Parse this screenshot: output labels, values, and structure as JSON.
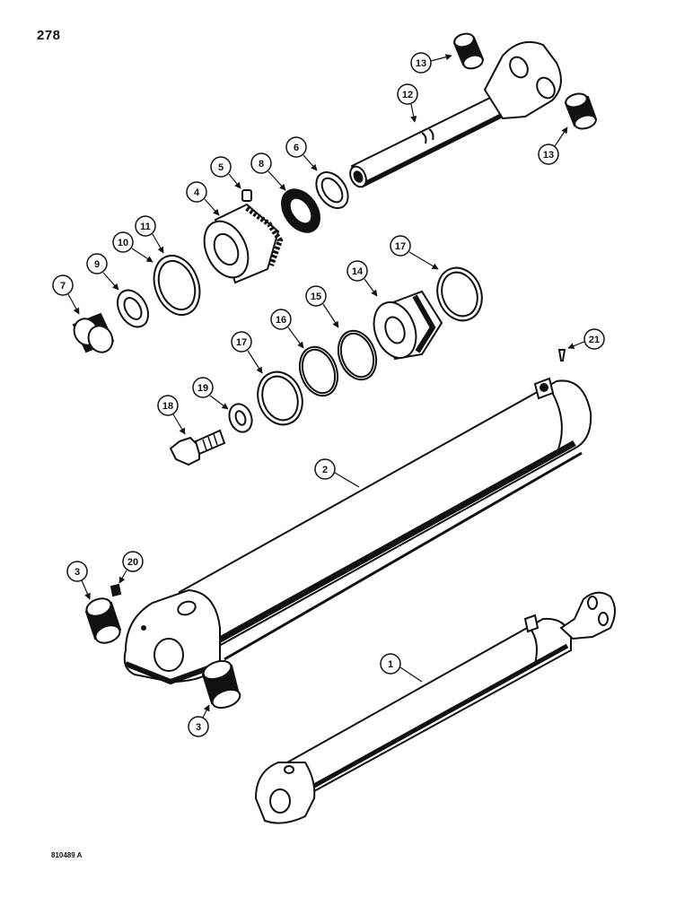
{
  "page_number": "278",
  "figure_code": "810489 A",
  "callouts": {
    "c1": "1",
    "c2": "2",
    "c3a": "3",
    "c3b": "3",
    "c4": "4",
    "c5": "5",
    "c6": "6",
    "c7": "7",
    "c8": "8",
    "c9": "9",
    "c10": "10",
    "c11": "11",
    "c12": "12",
    "c13a": "13",
    "c13b": "13",
    "c14": "14",
    "c15": "15",
    "c16": "16",
    "c17a": "17",
    "c17b": "17",
    "c18": "18",
    "c19": "19",
    "c20": "20",
    "c21": "21"
  },
  "colors": {
    "ink": "#111111",
    "paper": "#ffffff",
    "shade": "#1a1a1a"
  }
}
